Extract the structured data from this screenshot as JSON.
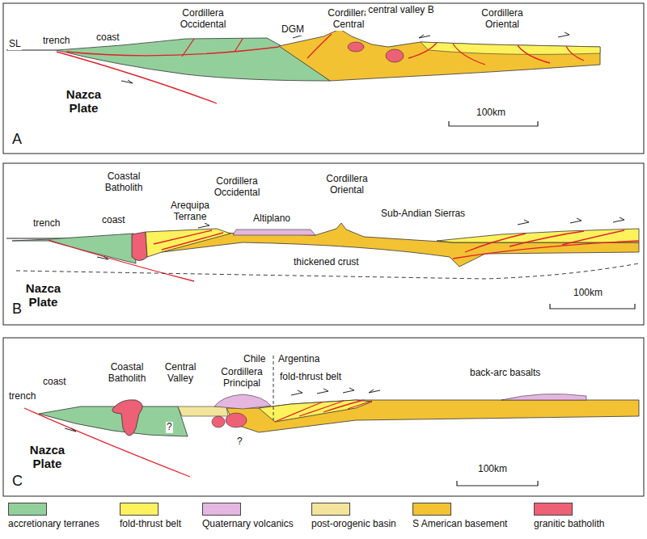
{
  "diagram": {
    "labels": [
      "SL",
      "trench",
      "coast",
      "Cordillera Occidental",
      "DGM",
      "Cordillera Central",
      "central valley B",
      "Cordillera Oriental",
      "Nazca Plate",
      "A",
      "100km",
      "Coastal Batholith",
      "Cordillera Occidental",
      "Arequipa Terrane",
      "Altiplano",
      "Cordillera Oriental",
      "trench",
      "coast",
      "Sub-Andian Sierras",
      "thickened crust",
      "Nazca Plate",
      "B",
      "100km",
      "Chile",
      "Argentina",
      "Coastal Batholith",
      "Central Valley",
      "Cordillera Principal",
      "trench",
      "coast",
      "fold-thrust belt",
      "back-arc basalts",
      "?",
      "?",
      "Nazca Plate",
      "C",
      "100km"
    ],
    "legend": [
      {
        "text": "accretionary terranes",
        "color": "#93cf9b"
      },
      {
        "text": "fold-thrust belt",
        "color": "#fdf25c"
      },
      {
        "text": "Quaternary volcanics",
        "color": "#e4b6e0"
      },
      {
        "text": "post-orogenic basin",
        "color": "#f3e49c"
      },
      {
        "text": "S American basement",
        "color": "#f3c232"
      },
      {
        "text": "granitic batholith",
        "color": "#ee6075"
      }
    ]
  }
}
